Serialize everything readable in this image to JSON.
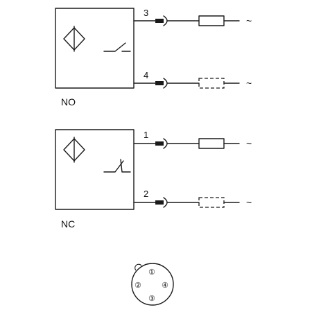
{
  "no_circuit": {
    "label": "NO",
    "pins": [
      "3",
      "4"
    ],
    "supply_symbol": "~"
  },
  "nc_circuit": {
    "label": "NC",
    "pins": [
      "1",
      "2"
    ],
    "supply_symbol": "~"
  },
  "connector": {
    "pins": [
      "①",
      "②",
      "③",
      "④"
    ]
  }
}
